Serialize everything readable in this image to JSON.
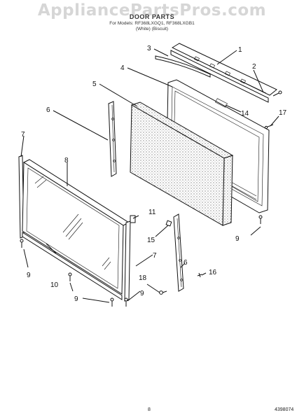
{
  "watermark": "AppliancePartsPros.com",
  "header": {
    "title": "DOOR PARTS",
    "models": "For Models: RF368LXGQ1, RF368LXGB1",
    "colors": "(White)    (Biscuit)"
  },
  "callouts": [
    "1",
    "2",
    "3",
    "4",
    "5",
    "6",
    "7",
    "8",
    "9",
    "10",
    "11",
    "14",
    "15",
    "16",
    "17",
    "18"
  ],
  "footer": {
    "page_number": "8",
    "part_number": "4398074"
  }
}
